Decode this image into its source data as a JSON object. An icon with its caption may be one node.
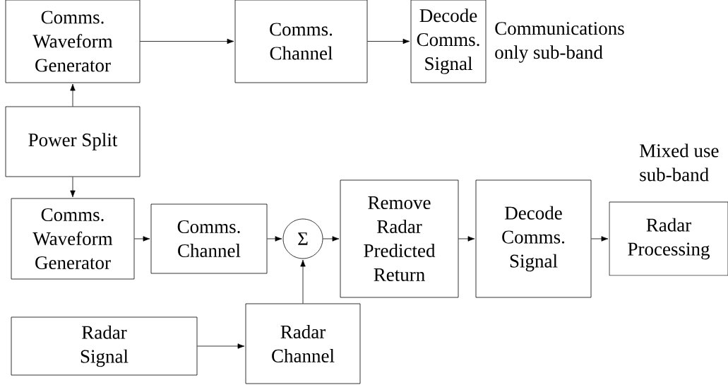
{
  "diagram": {
    "nodes": [
      {
        "text": [
          "Comms. Waveform Generator"
        ]
      },
      {
        "text": [
          "Comms. Channel"
        ]
      },
      {
        "text": [
          "Decode Comms. Signal"
        ]
      },
      {
        "text": [
          "Power Split"
        ]
      },
      {
        "text": [
          "Comms. Waveform Generator"
        ]
      },
      {
        "text": [
          "Comms. Channel"
        ]
      },
      {
        "text": [
          "Σ"
        ]
      },
      {
        "text": [
          "Remove Radar Predicted Return"
        ]
      },
      {
        "text": [
          "Decode Comms. Signal"
        ]
      },
      {
        "text": [
          "Radar Processing"
        ]
      },
      {
        "text": [
          "Radar Signal"
        ]
      },
      {
        "text": [
          "Radar Channel"
        ]
      }
    ],
    "edges": [
      {
        "from": 3,
        "to": 0,
        "arrow": "to"
      },
      {
        "from": 0,
        "to": 1,
        "arrow": "to"
      },
      {
        "from": 1,
        "to": 2,
        "arrow": "to"
      },
      {
        "from": 3,
        "to": 4,
        "arrow": "to"
      },
      {
        "from": 4,
        "to": 5,
        "arrow": "to"
      },
      {
        "from": 5,
        "to": 6,
        "arrow": "to"
      },
      {
        "from": 11,
        "to": 6,
        "arrow": "to"
      },
      {
        "from": 6,
        "to": 7,
        "arrow": "to"
      },
      {
        "from": 7,
        "to": 8,
        "arrow": "to"
      },
      {
        "from": 8,
        "to": 9,
        "arrow": "to"
      },
      {
        "from": 10,
        "to": 11,
        "arrow": "to"
      }
    ],
    "labels": [
      "Communications only sub-band",
      "Mixed use sub-band"
    ]
  }
}
